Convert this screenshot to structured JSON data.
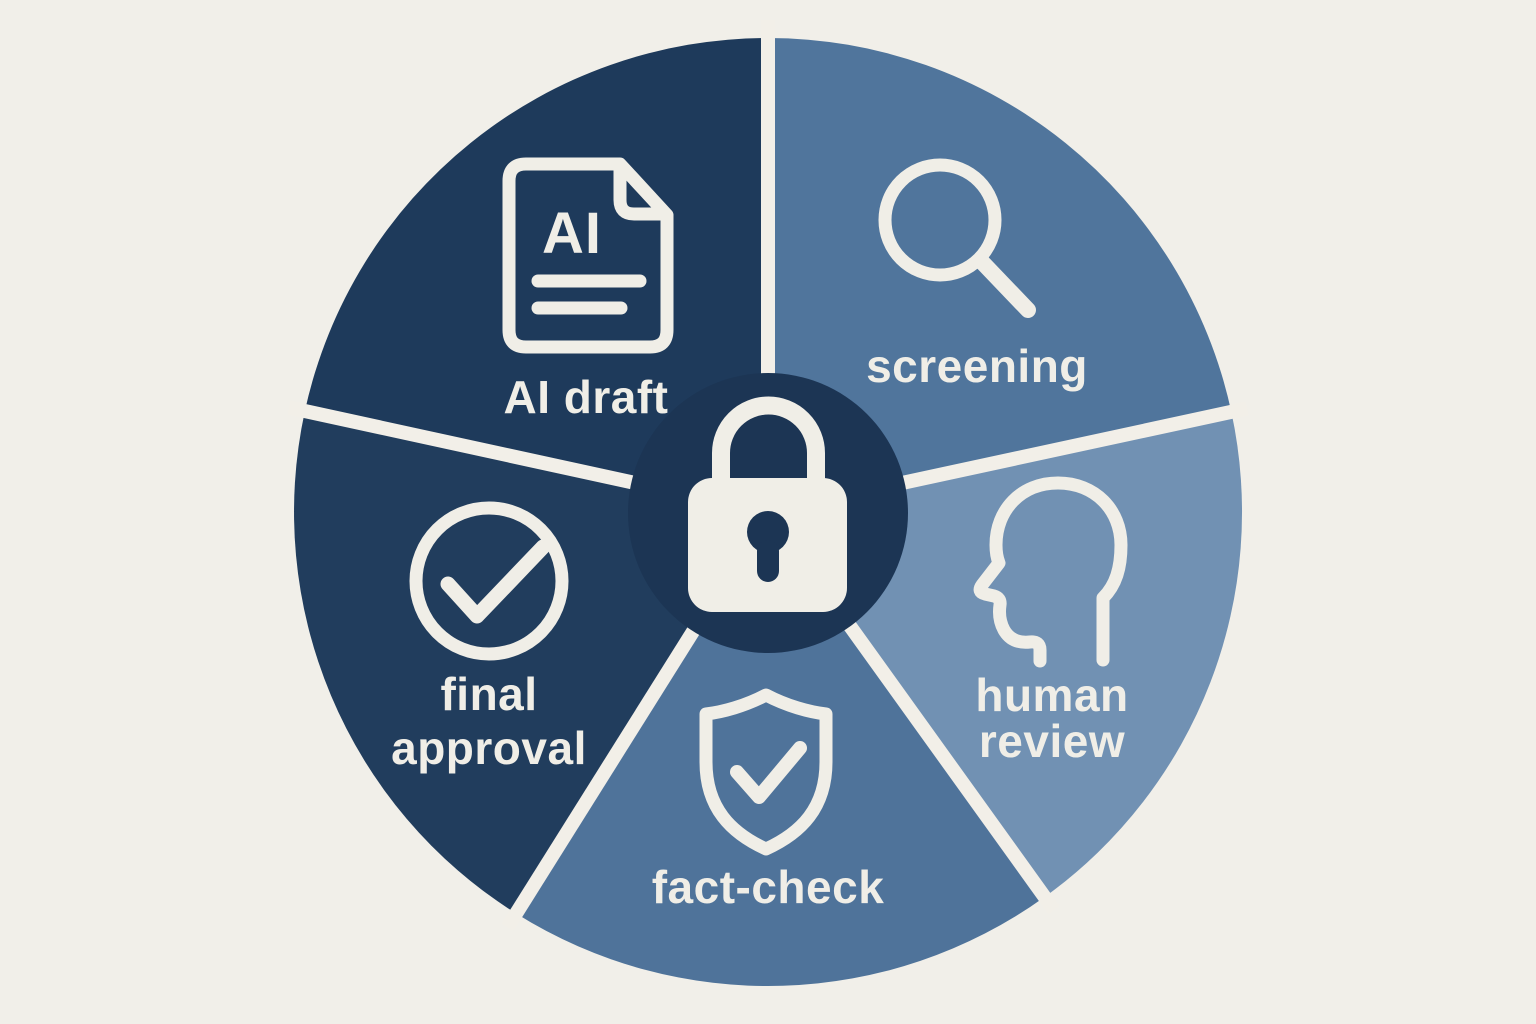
{
  "diagram": {
    "type": "workflow-wheel",
    "colors": {
      "background": "#f1efe9",
      "divider": "#f2efe8",
      "center_circle": "#1c3554",
      "icon": "#f0eee7",
      "label": "#f0eee7"
    },
    "center": {
      "icon": "lock-icon"
    },
    "segments": [
      {
        "id": "ai-draft",
        "label": "AI draft",
        "icon": "ai-document-icon",
        "icon_text": "AI",
        "color": "#1e3a5b"
      },
      {
        "id": "screening",
        "label": "screening",
        "icon": "magnifier-icon",
        "color": "#50759c"
      },
      {
        "id": "human-review",
        "label_line1": "human",
        "label_line2": "review",
        "icon": "head-profile-icon",
        "color": "#7191b3"
      },
      {
        "id": "fact-check",
        "label": "fact-check",
        "icon": "shield-check-icon",
        "color": "#4f739a"
      },
      {
        "id": "final-approval",
        "label_line1": "final",
        "label_line2": "approval",
        "icon": "check-circle-icon",
        "color": "#213d5d"
      }
    ]
  }
}
